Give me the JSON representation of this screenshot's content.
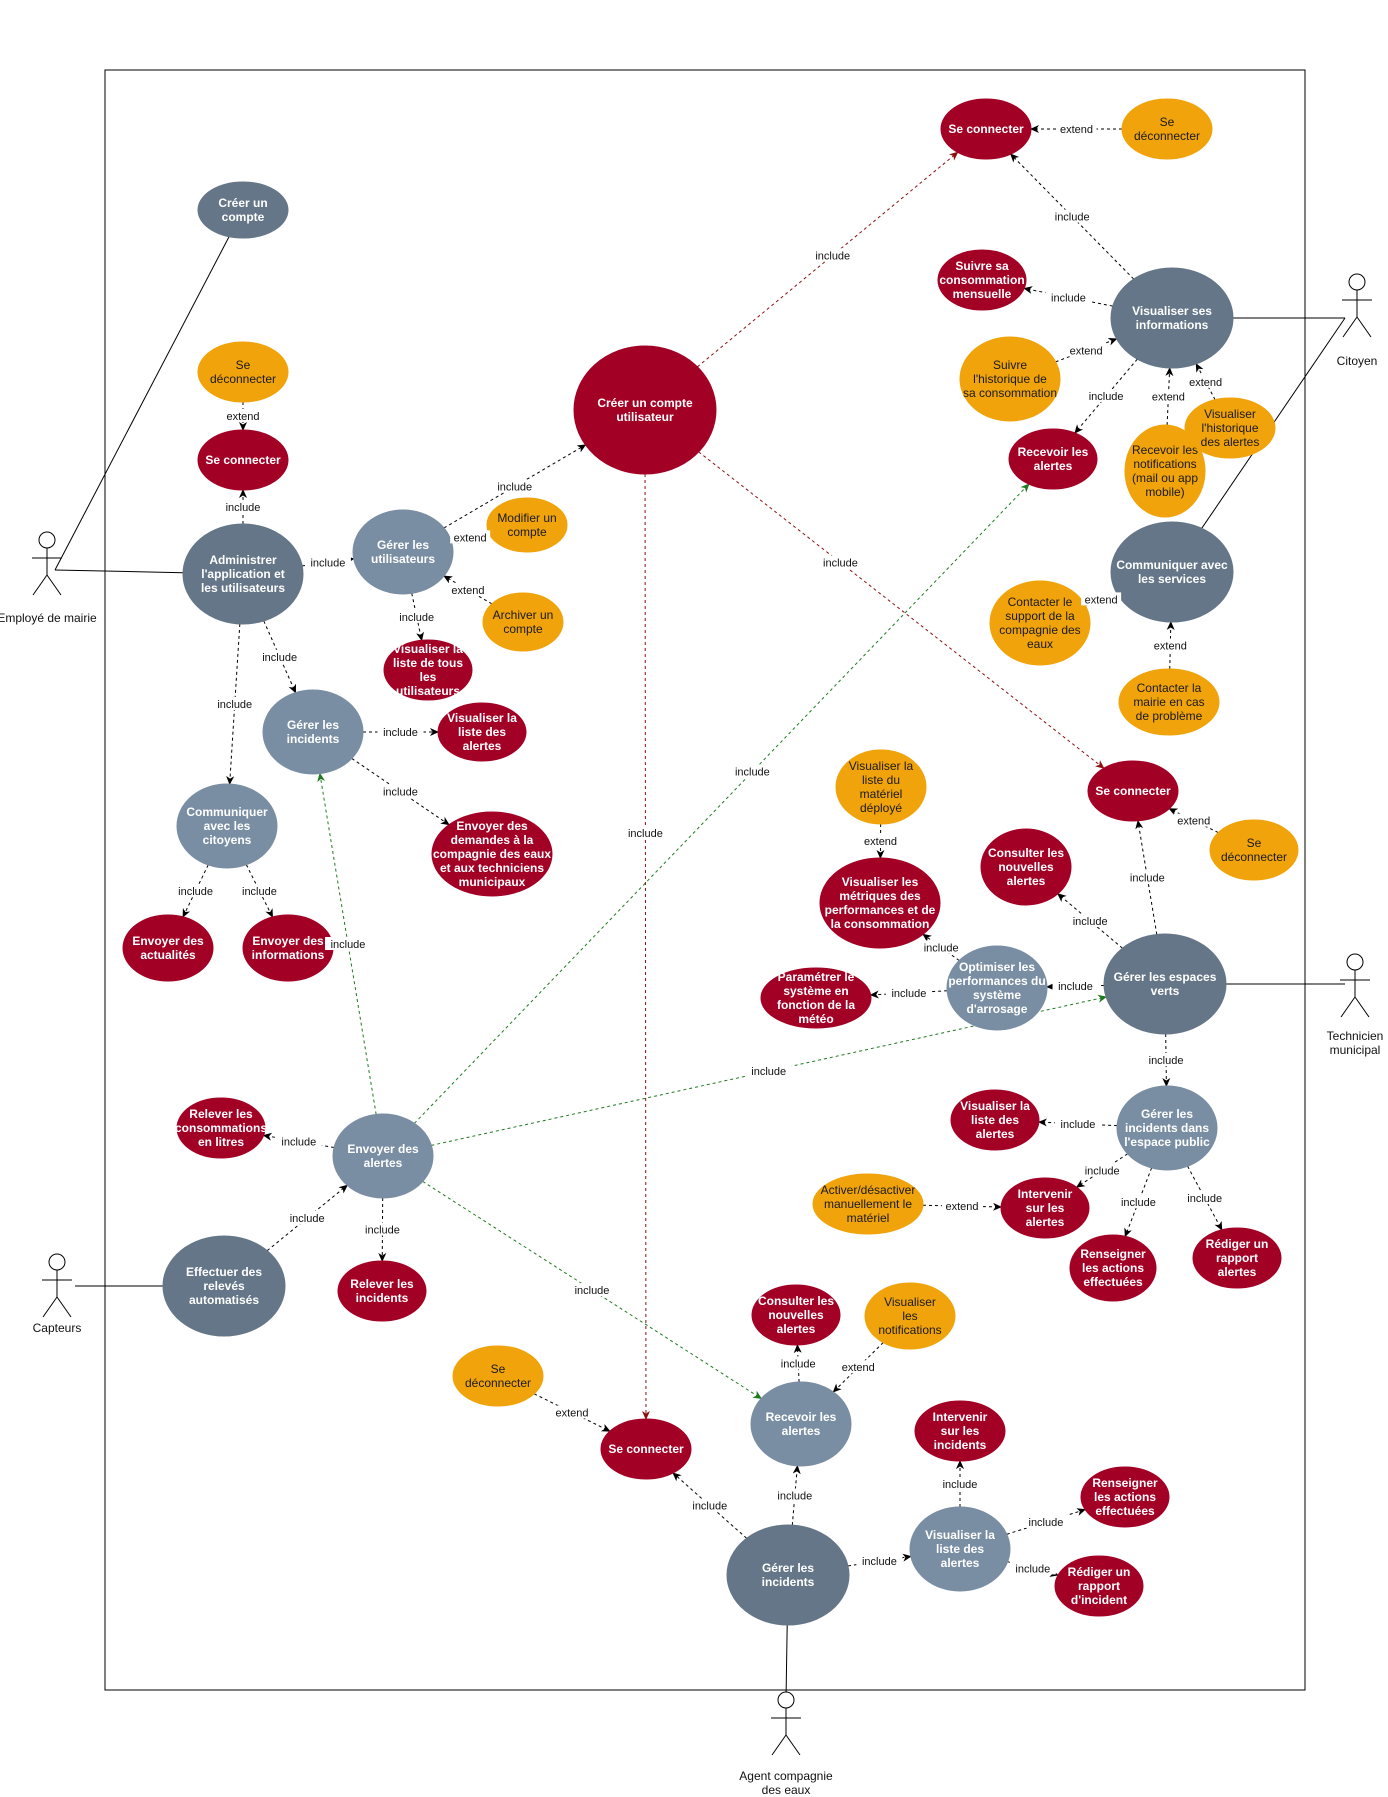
{
  "colors": {
    "dark_slate": "#647687",
    "light_slate": "#7a8ea3",
    "crimson": "#a20025",
    "orange": "#f0a30a",
    "edge_black": "#000000",
    "edge_red": "#8b1010",
    "edge_green": "#1f7a1f"
  },
  "actors": [
    {
      "id": "employe",
      "label": "Employé de mairie"
    },
    {
      "id": "citoyen",
      "label": "Citoyen"
    },
    {
      "id": "technicien",
      "label": "Technicien municipal"
    },
    {
      "id": "capteurs",
      "label": "Capteurs"
    },
    {
      "id": "agent",
      "label": "Agent compagnie des eaux"
    }
  ],
  "use_cases": [
    {
      "id": "creer_compte",
      "label": "Créer un compte",
      "style": "dark"
    },
    {
      "id": "deco1",
      "label": "Se déconnecter",
      "style": "orange"
    },
    {
      "id": "connect1",
      "label": "Se connecter",
      "style": "crimson"
    },
    {
      "id": "administrer",
      "label": "Administrer l'application et les utilisateurs",
      "style": "dark"
    },
    {
      "id": "gerer_utils",
      "label": "Gérer les utilisateurs",
      "style": "light"
    },
    {
      "id": "modifier_compte",
      "label": "Modifier un compte",
      "style": "orange"
    },
    {
      "id": "archiver_compte",
      "label": "Archiver un compte",
      "style": "orange"
    },
    {
      "id": "vis_liste_utils",
      "label": "Visualiser la liste de tous les utilisateurs",
      "style": "crimson"
    },
    {
      "id": "gerer_incidents1",
      "label": "Gérer les incidents",
      "style": "light"
    },
    {
      "id": "vis_alertes1",
      "label": "Visualiser la liste des alertes",
      "style": "crimson"
    },
    {
      "id": "envoyer_demandes",
      "label": "Envoyer des demandes à la compagnie des eaux et aux techniciens municipaux",
      "style": "crimson"
    },
    {
      "id": "communiquer_citoyens",
      "label": "Communiquer avec les citoyens",
      "style": "light"
    },
    {
      "id": "envoyer_actualites",
      "label": "Envoyer des actualités",
      "style": "crimson"
    },
    {
      "id": "envoyer_infos",
      "label": "Envoyer des informations",
      "style": "crimson"
    },
    {
      "id": "creer_compte_util",
      "label": "Créer un compte utilisateur",
      "style": "crimson"
    },
    {
      "id": "connect2",
      "label": "Se connecter",
      "style": "crimson"
    },
    {
      "id": "deco2",
      "label": "Se déconnecter",
      "style": "orange"
    },
    {
      "id": "suivre_conso",
      "label": "Suivre sa consommation mensuelle",
      "style": "crimson"
    },
    {
      "id": "vis_infos",
      "label": "Visualiser ses informations",
      "style": "dark"
    },
    {
      "id": "suivre_hist",
      "label": "Suivre l'historique de sa consommation",
      "style": "orange"
    },
    {
      "id": "recevoir_alertes1",
      "label": "Recevoir les alertes",
      "style": "crimson"
    },
    {
      "id": "recevoir_notifs",
      "label": "Recevoir les notifications (mail ou app mobile)",
      "style": "orange"
    },
    {
      "id": "vis_hist_alertes",
      "label": "Visualiser l'historique des alertes",
      "style": "orange"
    },
    {
      "id": "communiquer_services",
      "label": "Communiquer avec les services",
      "style": "dark"
    },
    {
      "id": "contacter_support",
      "label": "Contacter le support de la compagnie des eaux",
      "style": "orange"
    },
    {
      "id": "contacter_mairie",
      "label": "Contacter la mairie en cas de problème",
      "style": "orange"
    },
    {
      "id": "connect3",
      "label": "Se connecter",
      "style": "crimson"
    },
    {
      "id": "deco3",
      "label": "Se déconnecter",
      "style": "orange"
    },
    {
      "id": "vis_materiel",
      "label": "Visualiser la liste du matériel déployé",
      "style": "orange"
    },
    {
      "id": "vis_metriques",
      "label": "Visualiser les métriques des performances et de la consommation",
      "style": "crimson"
    },
    {
      "id": "consulter_alertes1",
      "label": "Consulter les nouvelles alertes",
      "style": "crimson"
    },
    {
      "id": "parametrer",
      "label": "Paramétrer le système en fonction de la météo",
      "style": "crimson"
    },
    {
      "id": "optimiser",
      "label": "Optimiser les performances du système d'arrosage",
      "style": "light"
    },
    {
      "id": "gerer_espaces",
      "label": "Gérer les espaces verts",
      "style": "dark"
    },
    {
      "id": "vis_alertes2",
      "label": "Visualiser la liste des alertes",
      "style": "crimson"
    },
    {
      "id": "gerer_incidents_public",
      "label": "Gérer les incidents dans l'espace public",
      "style": "light"
    },
    {
      "id": "activer",
      "label": "Activer/désactiver manuellement le matériel",
      "style": "orange"
    },
    {
      "id": "intervenir_alertes",
      "label": "Intervenir sur les alertes",
      "style": "crimson"
    },
    {
      "id": "renseigner1",
      "label": "Renseigner les actions effectuées",
      "style": "crimson"
    },
    {
      "id": "rediger_rapport_alertes",
      "label": "Rédiger un rapport alertes",
      "style": "crimson"
    },
    {
      "id": "relever_conso",
      "label": "Relever les consommations en litres",
      "style": "crimson"
    },
    {
      "id": "envoyer_alertes",
      "label": "Envoyer des alertes",
      "style": "light"
    },
    {
      "id": "relever_incidents",
      "label": "Relever les incidents",
      "style": "crimson"
    },
    {
      "id": "releves_auto",
      "label": "Effectuer des relevés automatisés",
      "style": "dark"
    },
    {
      "id": "consulter_alertes2",
      "label": "Consulter les nouvelles alertes",
      "style": "crimson"
    },
    {
      "id": "vis_notifs",
      "label": "Visualiser les notifications",
      "style": "orange"
    },
    {
      "id": "recevoir_alertes2",
      "label": "Recevoir les alertes",
      "style": "light"
    },
    {
      "id": "deco4",
      "label": "Se déconnecter",
      "style": "orange"
    },
    {
      "id": "connect4",
      "label": "Se connecter",
      "style": "crimson"
    },
    {
      "id": "intervenir_incidents",
      "label": "Intervenir sur les incidents",
      "style": "crimson"
    },
    {
      "id": "renseigner2",
      "label": "Renseigner les actions effectuées",
      "style": "crimson"
    },
    {
      "id": "rediger_rapport_incident",
      "label": "Rédiger un rapport d'incident",
      "style": "crimson"
    },
    {
      "id": "vis_liste_alertes_agent",
      "label": "Visualiser la liste des alertes",
      "style": "light"
    },
    {
      "id": "gerer_incidents_agent",
      "label": "Gérer les incidents",
      "style": "dark"
    }
  ],
  "relations": [
    {
      "from": "deco1",
      "to": "connect1",
      "label": "extend"
    },
    {
      "from": "administrer",
      "to": "connect1",
      "label": "include"
    },
    {
      "from": "administrer",
      "to": "gerer_utils",
      "label": "include"
    },
    {
      "from": "gerer_utils",
      "to": "creer_compte_util",
      "label": "include"
    },
    {
      "from": "modifier_compte",
      "to": "gerer_utils",
      "label": "extend"
    },
    {
      "from": "archiver_compte",
      "to": "gerer_utils",
      "label": "extend"
    },
    {
      "from": "gerer_utils",
      "to": "vis_liste_utils",
      "label": "include"
    },
    {
      "from": "administrer",
      "to": "gerer_incidents1",
      "label": "include"
    },
    {
      "from": "gerer_incidents1",
      "to": "vis_alertes1",
      "label": "include"
    },
    {
      "from": "gerer_incidents1",
      "to": "envoyer_demandes",
      "label": "include"
    },
    {
      "from": "administrer",
      "to": "communiquer_citoyens",
      "label": "include"
    },
    {
      "from": "communiquer_citoyens",
      "to": "envoyer_actualites",
      "label": "include"
    },
    {
      "from": "communiquer_citoyens",
      "to": "envoyer_infos",
      "label": "include"
    },
    {
      "from": "creer_compte_util",
      "to": "connect2",
      "label": "include"
    },
    {
      "from": "creer_compte_util",
      "to": "connect3",
      "label": "include"
    },
    {
      "from": "creer_compte_util",
      "to": "connect4",
      "label": "include"
    },
    {
      "from": "deco2",
      "to": "connect2",
      "label": "extend"
    },
    {
      "from": "vis_infos",
      "to": "connect2",
      "label": "include"
    },
    {
      "from": "vis_infos",
      "to": "suivre_conso",
      "label": "include"
    },
    {
      "from": "suivre_hist",
      "to": "vis_infos",
      "label": "extend"
    },
    {
      "from": "vis_infos",
      "to": "recevoir_alertes1",
      "label": "include"
    },
    {
      "from": "recevoir_notifs",
      "to": "vis_infos",
      "label": "extend"
    },
    {
      "from": "vis_hist_alertes",
      "to": "vis_infos",
      "label": "extend"
    },
    {
      "from": "contacter_support",
      "to": "communiquer_services",
      "label": "extend"
    },
    {
      "from": "contacter_mairie",
      "to": "communiquer_services",
      "label": "extend"
    },
    {
      "from": "deco3",
      "to": "connect3",
      "label": "extend"
    },
    {
      "from": "gerer_espaces",
      "to": "connect3",
      "label": "include"
    },
    {
      "from": "vis_materiel",
      "to": "vis_metriques",
      "label": "extend"
    },
    {
      "from": "gerer_espaces",
      "to": "consulter_alertes1",
      "label": "include"
    },
    {
      "from": "optimiser",
      "to": "vis_metriques",
      "label": "include"
    },
    {
      "from": "optimiser",
      "to": "parametrer",
      "label": "include"
    },
    {
      "from": "gerer_espaces",
      "to": "optimiser",
      "label": "include"
    },
    {
      "from": "gerer_espaces",
      "to": "gerer_incidents_public",
      "label": "include"
    },
    {
      "from": "gerer_incidents_public",
      "to": "vis_alertes2",
      "label": "include"
    },
    {
      "from": "gerer_incidents_public",
      "to": "intervenir_alertes",
      "label": "include"
    },
    {
      "from": "activer",
      "to": "intervenir_alertes",
      "label": "extend"
    },
    {
      "from": "gerer_incidents_public",
      "to": "renseigner1",
      "label": "include"
    },
    {
      "from": "gerer_incidents_public",
      "to": "rediger_rapport_alertes",
      "label": "include"
    },
    {
      "from": "envoyer_alertes",
      "to": "relever_conso",
      "label": "include"
    },
    {
      "from": "envoyer_alertes",
      "to": "relever_incidents",
      "label": "include"
    },
    {
      "from": "releves_auto",
      "to": "envoyer_alertes",
      "label": "include"
    },
    {
      "from": "envoyer_alertes",
      "to": "gerer_incidents1",
      "label": "include"
    },
    {
      "from": "envoyer_alertes",
      "to": "recevoir_alertes1",
      "label": "include"
    },
    {
      "from": "envoyer_alertes",
      "to": "gerer_espaces",
      "label": "include"
    },
    {
      "from": "envoyer_alertes",
      "to": "recevoir_alertes2",
      "label": "include"
    },
    {
      "from": "recevoir_alertes2",
      "to": "consulter_alertes2",
      "label": "include"
    },
    {
      "from": "vis_notifs",
      "to": "recevoir_alertes2",
      "label": "extend"
    },
    {
      "from": "deco4",
      "to": "connect4",
      "label": "extend"
    },
    {
      "from": "gerer_incidents_agent",
      "to": "connect4",
      "label": "include"
    },
    {
      "from": "gerer_incidents_agent",
      "to": "recevoir_alertes2",
      "label": "include"
    },
    {
      "from": "gerer_incidents_agent",
      "to": "vis_liste_alertes_agent",
      "label": "include"
    },
    {
      "from": "vis_liste_alertes_agent",
      "to": "intervenir_incidents",
      "label": "include"
    },
    {
      "from": "vis_liste_alertes_agent",
      "to": "renseigner2",
      "label": "include"
    },
    {
      "from": "vis_liste_alertes_agent",
      "to": "rediger_rapport_incident",
      "label": "include"
    }
  ],
  "associations": [
    {
      "actor": "employe",
      "use_case": "creer_compte"
    },
    {
      "actor": "employe",
      "use_case": "administrer"
    },
    {
      "actor": "citoyen",
      "use_case": "vis_infos"
    },
    {
      "actor": "citoyen",
      "use_case": "communiquer_services"
    },
    {
      "actor": "technicien",
      "use_case": "gerer_espaces"
    },
    {
      "actor": "capteurs",
      "use_case": "releves_auto"
    },
    {
      "actor": "agent",
      "use_case": "gerer_incidents_agent"
    }
  ]
}
